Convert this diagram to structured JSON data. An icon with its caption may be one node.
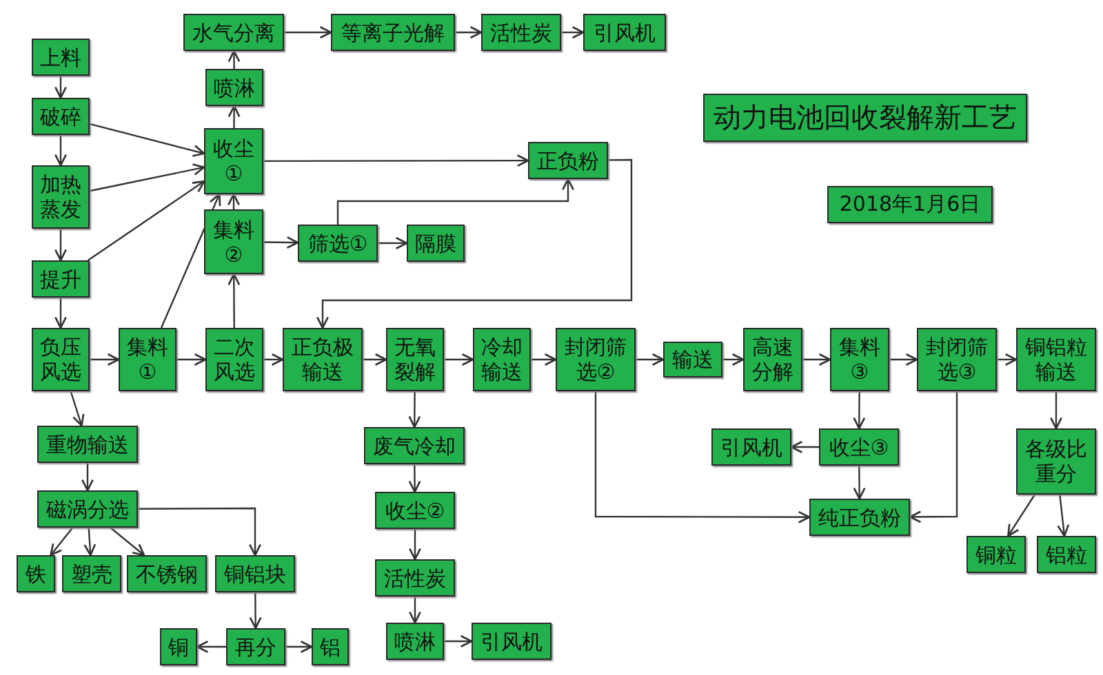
{
  "diagram": {
    "title": "动力电池回收裂解新工艺",
    "nodes": [
      {
        "text": [
          "上料"
        ]
      },
      {
        "text": [
          "破碎"
        ]
      },
      {
        "text": [
          "加热蒸发"
        ]
      },
      {
        "text": [
          "提升"
        ]
      },
      {
        "text": [
          "负压风选"
        ]
      },
      {
        "text": [
          "集料①"
        ]
      },
      {
        "text": [
          "二次风选"
        ]
      },
      {
        "text": [
          "正负极输送"
        ]
      },
      {
        "text": [
          "无氧裂解"
        ]
      },
      {
        "text": [
          "冷却输送"
        ]
      },
      {
        "text": [
          "封闭筛选②"
        ]
      },
      {
        "text": [
          "输送"
        ]
      },
      {
        "text": [
          "高速分解"
        ]
      },
      {
        "text": [
          "集料③"
        ]
      },
      {
        "text": [
          "封闭筛选③"
        ]
      },
      {
        "text": [
          "铜铝粒输送"
        ]
      },
      {
        "text": [
          "水气分离"
        ]
      },
      {
        "text": [
          "等离子光解"
        ]
      },
      {
        "text": [
          "活性炭"
        ]
      },
      {
        "text": [
          "引风机"
        ]
      },
      {
        "text": [
          "喷淋"
        ]
      },
      {
        "text": [
          "收尘①"
        ]
      },
      {
        "text": [
          "集料②"
        ]
      },
      {
        "text": [
          "筛选①"
        ]
      },
      {
        "text": [
          "隔膜"
        ]
      },
      {
        "text": [
          "正负粉"
        ]
      },
      {
        "text": [
          "重物输送"
        ]
      },
      {
        "text": [
          "磁涡分选"
        ]
      },
      {
        "text": [
          "铁"
        ]
      },
      {
        "text": [
          "塑壳"
        ]
      },
      {
        "text": [
          "不锈钢"
        ]
      },
      {
        "text": [
          "铜铝块"
        ]
      },
      {
        "text": [
          "铜"
        ]
      },
      {
        "text": [
          "再分"
        ]
      },
      {
        "text": [
          "铝"
        ]
      },
      {
        "text": [
          "废气冷却"
        ]
      },
      {
        "text": [
          "收尘②"
        ]
      },
      {
        "text": [
          "活性炭"
        ]
      },
      {
        "text": [
          "喷淋"
        ]
      },
      {
        "text": [
          "引风机"
        ]
      },
      {
        "text": [
          "引风机"
        ]
      },
      {
        "text": [
          "收尘③"
        ]
      },
      {
        "text": [
          "纯正负粉"
        ]
      },
      {
        "text": [
          "各级比重分"
        ]
      },
      {
        "text": [
          "铜粒"
        ]
      },
      {
        "text": [
          "铝粒"
        ]
      }
    ],
    "edges": [
      {
        "from": 0,
        "to": 1,
        "arrow": "to"
      },
      {
        "from": 1,
        "to": 2,
        "arrow": "to"
      },
      {
        "from": 2,
        "to": 3,
        "arrow": "to"
      },
      {
        "from": 3,
        "to": 4,
        "arrow": "to"
      },
      {
        "from": 1,
        "to": 21,
        "arrow": "to"
      },
      {
        "from": 2,
        "to": 21,
        "arrow": "to"
      },
      {
        "from": 3,
        "to": 21,
        "arrow": "to"
      },
      {
        "from": 5,
        "to": 21,
        "arrow": "to"
      },
      {
        "from": 21,
        "to": 20,
        "arrow": "to"
      },
      {
        "from": 20,
        "to": 16,
        "arrow": "to"
      },
      {
        "from": 16,
        "to": 17,
        "arrow": "to"
      },
      {
        "from": 17,
        "to": 18,
        "arrow": "to"
      },
      {
        "from": 18,
        "to": 19,
        "arrow": "to"
      },
      {
        "from": 21,
        "to": 25,
        "arrow": "to"
      },
      {
        "from": 22,
        "to": 21,
        "arrow": "to"
      },
      {
        "from": 6,
        "to": 22,
        "arrow": "to"
      },
      {
        "from": 22,
        "to": 23,
        "arrow": "to"
      },
      {
        "from": 23,
        "to": 24,
        "arrow": "to"
      },
      {
        "from": 23,
        "to": 25,
        "arrow": "to"
      },
      {
        "from": 25,
        "to": 7,
        "arrow": "to"
      },
      {
        "from": 4,
        "to": 5,
        "arrow": "to"
      },
      {
        "from": 5,
        "to": 6,
        "arrow": "to"
      },
      {
        "from": 6,
        "to": 7,
        "arrow": "to"
      },
      {
        "from": 7,
        "to": 8,
        "arrow": "to"
      },
      {
        "from": 8,
        "to": 9,
        "arrow": "to"
      },
      {
        "from": 9,
        "to": 10,
        "arrow": "to"
      },
      {
        "from": 10,
        "to": 11,
        "arrow": "to"
      },
      {
        "from": 11,
        "to": 12,
        "arrow": "to"
      },
      {
        "from": 12,
        "to": 13,
        "arrow": "to"
      },
      {
        "from": 13,
        "to": 14,
        "arrow": "to"
      },
      {
        "from": 14,
        "to": 15,
        "arrow": "to"
      },
      {
        "from": 4,
        "to": 26,
        "arrow": "to"
      },
      {
        "from": 26,
        "to": 27,
        "arrow": "to"
      },
      {
        "from": 27,
        "to": 28,
        "arrow": "to"
      },
      {
        "from": 27,
        "to": 29,
        "arrow": "to"
      },
      {
        "from": 27,
        "to": 30,
        "arrow": "to"
      },
      {
        "from": 27,
        "to": 31,
        "arrow": "to"
      },
      {
        "from": 31,
        "to": 33,
        "arrow": "to"
      },
      {
        "from": 33,
        "to": 32,
        "arrow": "to"
      },
      {
        "from": 33,
        "to": 34,
        "arrow": "to"
      },
      {
        "from": 8,
        "to": 35,
        "arrow": "to"
      },
      {
        "from": 35,
        "to": 36,
        "arrow": "to"
      },
      {
        "from": 36,
        "to": 37,
        "arrow": "to"
      },
      {
        "from": 37,
        "to": 38,
        "arrow": "to"
      },
      {
        "from": 38,
        "to": 39,
        "arrow": "to"
      },
      {
        "from": 13,
        "to": 41,
        "arrow": "to"
      },
      {
        "from": 41,
        "to": 40,
        "arrow": "to"
      },
      {
        "from": 41,
        "to": 42,
        "arrow": "to"
      },
      {
        "from": 10,
        "to": 42,
        "arrow": "to"
      },
      {
        "from": 14,
        "to": 42,
        "arrow": "to"
      },
      {
        "from": 15,
        "to": 43,
        "arrow": "to"
      },
      {
        "from": 43,
        "to": 44,
        "arrow": "to"
      },
      {
        "from": 43,
        "to": 45,
        "arrow": "to"
      }
    ],
    "labels": [
      "2018年1月6日"
    ]
  }
}
